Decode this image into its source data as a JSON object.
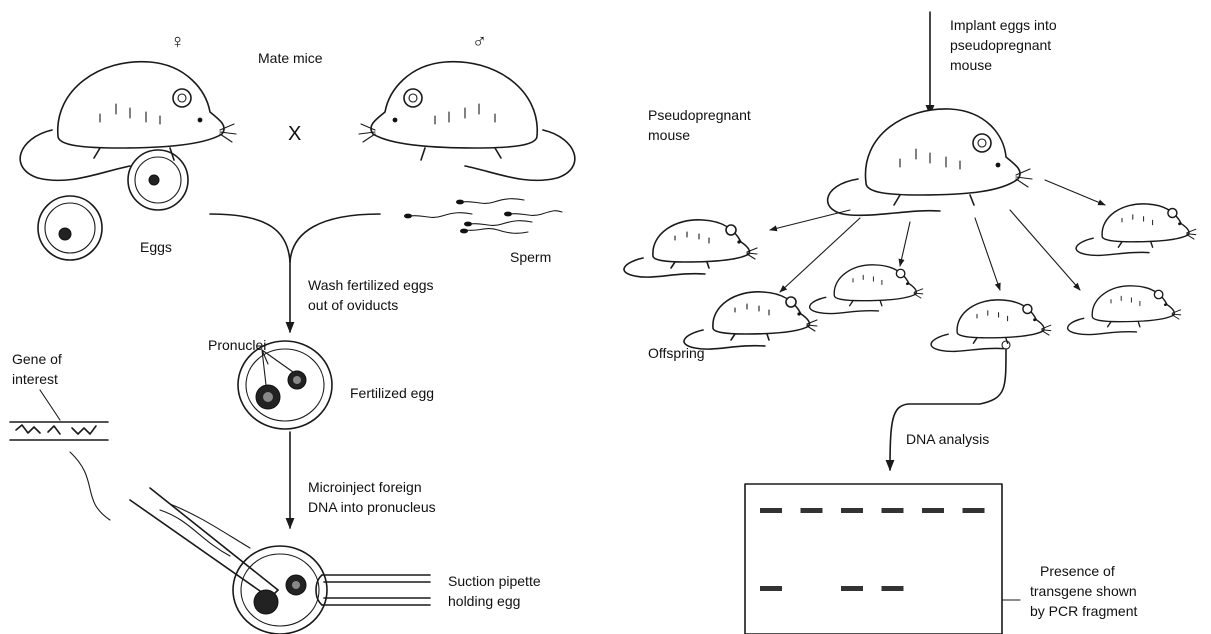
{
  "labels": {
    "female_symbol": "♀",
    "male_symbol": "♂",
    "mate_mice": "Mate mice",
    "cross": "X",
    "eggs": "Eggs",
    "sperm": "Sperm",
    "wash_line1": "Wash fertilized eggs",
    "wash_line2": "out of oviducts",
    "pronuclei": "Pronuclei",
    "fertilized_egg": "Fertilized egg",
    "gene_line1": "Gene of",
    "gene_line2": "interest",
    "microinject_line1": "Microinject foreign",
    "microinject_line2": "DNA into pronucleus",
    "suction_line1": "Suction pipette",
    "suction_line2": "holding egg",
    "implant_line1": "Implant eggs into",
    "implant_line2": "pseudopregnant",
    "implant_line3": "mouse",
    "pseudo_line1": "Pseudopregnant",
    "pseudo_line2": "mouse",
    "offspring": "Offspring",
    "dna_analysis": "DNA analysis",
    "presence_line1": "Presence of",
    "presence_line2": "transgene shown",
    "presence_line3": "by PCR fragment"
  },
  "gel": {
    "lanes": 6,
    "top_bands_present": [
      true,
      true,
      true,
      true,
      true,
      true
    ],
    "transgene_bands_present": [
      true,
      false,
      true,
      true,
      false,
      false
    ]
  },
  "colors": {
    "ink": "#1a1a1a",
    "background": "#ffffff"
  }
}
